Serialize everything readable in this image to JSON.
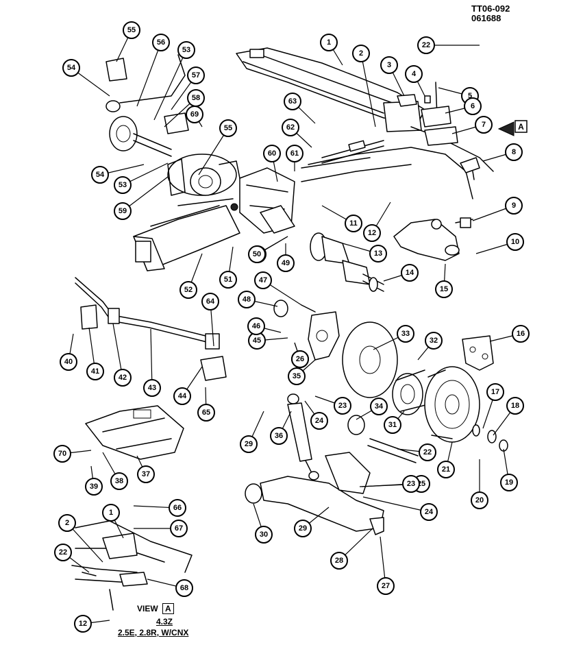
{
  "header": {
    "code": "TT06-092",
    "date": "061688"
  },
  "view_caption": {
    "view_label": "VIEW",
    "view_letter": "A",
    "engine": "4.3Z",
    "engines_other": "2.5E, 2.8R, W/CNX"
  },
  "view_marker": "A",
  "callouts": [
    "1",
    "2",
    "3",
    "4",
    "5",
    "6",
    "7",
    "8",
    "9",
    "10",
    "11",
    "12",
    "13",
    "14",
    "15",
    "16",
    "17",
    "18",
    "19",
    "20",
    "21",
    "22",
    "23",
    "24",
    "25",
    "26",
    "27",
    "28",
    "29",
    "30",
    "31",
    "32",
    "33",
    "34",
    "35",
    "36",
    "37",
    "38",
    "39",
    "40",
    "41",
    "42",
    "43",
    "44",
    "45",
    "46",
    "47",
    "48",
    "49",
    "50",
    "51",
    "52",
    "53",
    "54",
    "55",
    "56",
    "57",
    "58",
    "59",
    "60",
    "61",
    "62",
    "63",
    "64",
    "65",
    "66",
    "67",
    "68",
    "69",
    "70",
    "22",
    "23",
    "24",
    "26",
    "29",
    "50",
    "53",
    "54",
    "55",
    "12",
    "1",
    "2",
    "22"
  ]
}
